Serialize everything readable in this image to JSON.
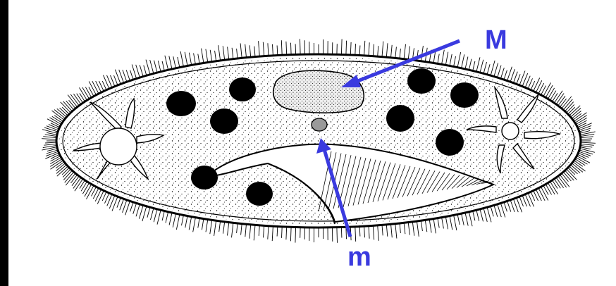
{
  "diagram": {
    "labels": [
      {
        "id": "macronucleus",
        "text": "M"
      },
      {
        "id": "micronucleus",
        "text": "m"
      }
    ],
    "colors": {
      "background": "#000000",
      "panel": "#ffffff",
      "arrow": "#3a3adf",
      "ink": "#000000",
      "nucleus_fill": "#e6e6e6",
      "micronucleus_fill": "#9a9a9a"
    }
  }
}
